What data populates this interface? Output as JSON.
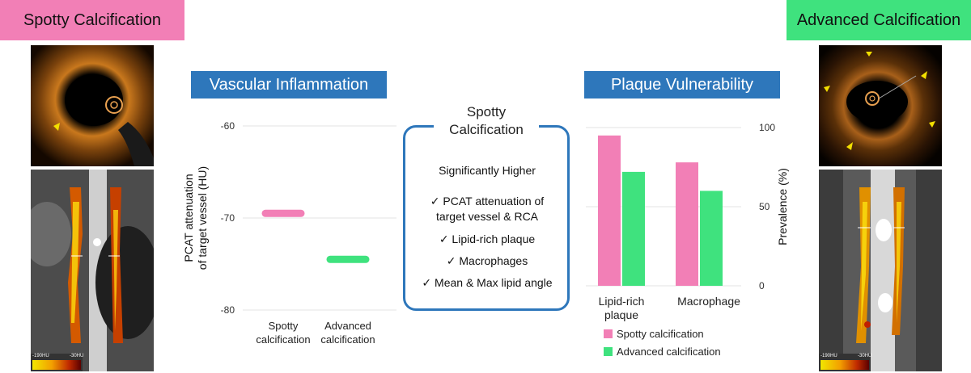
{
  "labels": {
    "left_tag": "Spotty Calcification",
    "right_tag": "Advanced Calcification"
  },
  "ct_scale": {
    "left": "-190HU",
    "right": "-30HU"
  },
  "center_box": {
    "title": "Spotty Calcification",
    "subtitle": "Significantly Higher",
    "items": [
      "✓ PCAT attenuation of target vessel & RCA",
      "✓ Lipid-rich plaque",
      "✓ Macrophages",
      "✓ Mean & Max lipid angle"
    ]
  },
  "colors": {
    "spotty": "#f27fb6",
    "advanced": "#3fe27e",
    "accent": "#2e77bb"
  },
  "chart_data": [
    {
      "type": "scatter",
      "title": "Vascular Inflammation",
      "ylabel": "PCAT attenuation of target vessel (HU)",
      "categories": [
        "Spotty calcification",
        "Advanced calcification"
      ],
      "values": [
        -69.5,
        -74.5
      ],
      "ylim": [
        -80,
        -60
      ],
      "yticks": [
        -60,
        -70,
        -80
      ],
      "grid": true
    },
    {
      "type": "bar",
      "title": "Plaque Vulnerability",
      "ylabel": "Prevalence (%)",
      "categories": [
        "Lipid-rich plaque",
        "Macrophage"
      ],
      "series": [
        {
          "name": "Spotty calcification",
          "values": [
            95,
            78
          ]
        },
        {
          "name": "Advanced calcification",
          "values": [
            72,
            60
          ]
        }
      ],
      "ylim": [
        0,
        100
      ],
      "yticks": [
        0,
        50,
        100
      ],
      "legend": "bottom",
      "grid": true
    }
  ]
}
